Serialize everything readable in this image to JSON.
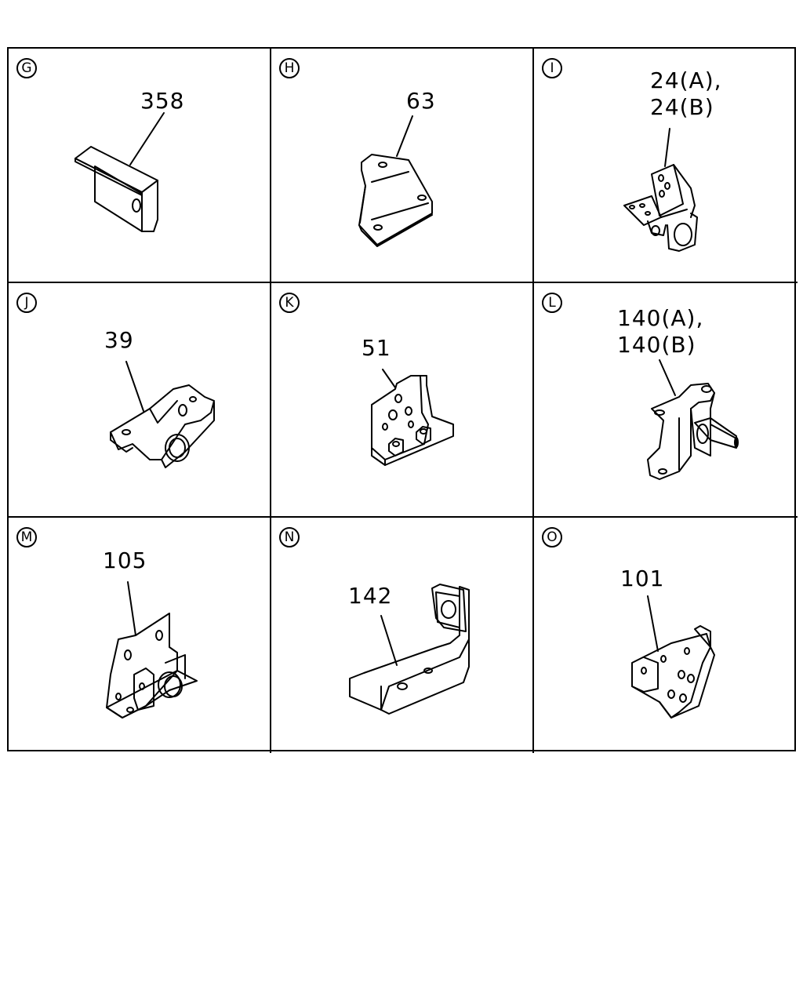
{
  "cells": [
    {
      "letter": "G",
      "parts": "358"
    },
    {
      "letter": "H",
      "parts": "63"
    },
    {
      "letter": "I",
      "parts_line1": "24(A),",
      "parts_line2": "24(B)"
    },
    {
      "letter": "J",
      "parts": "39"
    },
    {
      "letter": "K",
      "parts": "51"
    },
    {
      "letter": "L",
      "parts_line1": "140(A),",
      "parts_line2": "140(B)"
    },
    {
      "letter": "M",
      "parts": "105"
    },
    {
      "letter": "N",
      "parts": "142"
    },
    {
      "letter": "O",
      "parts": "101"
    }
  ],
  "icons": {
    "G": "angle-bracket-icon",
    "H": "offset-plate-bracket-icon",
    "I": "mounting-bracket-icon",
    "J": "bushing-bracket-icon",
    "K": "nut-plate-bracket-icon",
    "L": "stud-bracket-icon",
    "M": "pin-bracket-icon",
    "N": "l-strap-bracket-icon",
    "O": "gusset-bracket-icon"
  }
}
